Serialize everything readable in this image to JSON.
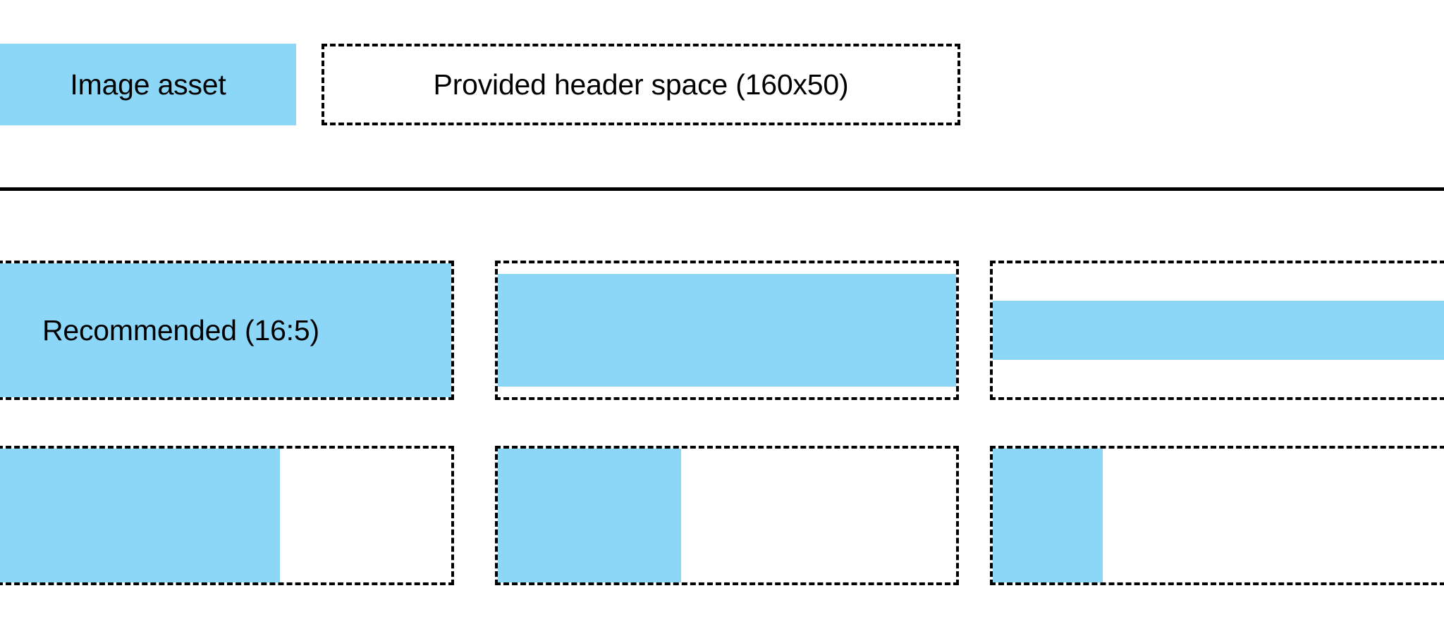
{
  "page": {
    "background_color": "#ffffff",
    "accent_color": "#8CD6F7",
    "outline_color": "#000000"
  },
  "header": {
    "image_asset_chip_label": "Image asset",
    "provided_space_label": "Provided header space (160x50)"
  },
  "divider": {
    "present": true
  },
  "grid": {
    "rows": [
      {
        "name": "letterbox-row",
        "cells": [
          {
            "label": "Recommended (16:5)",
            "fill": "full"
          },
          {
            "label": "",
            "fill": "inset-sm"
          },
          {
            "label": "",
            "fill": "inset-lg"
          }
        ]
      },
      {
        "name": "pillarbox-row",
        "cells": [
          {
            "label": "",
            "fill": "w62"
          },
          {
            "label": "",
            "fill": "w40"
          },
          {
            "label": "",
            "fill": "w24"
          }
        ]
      }
    ]
  }
}
